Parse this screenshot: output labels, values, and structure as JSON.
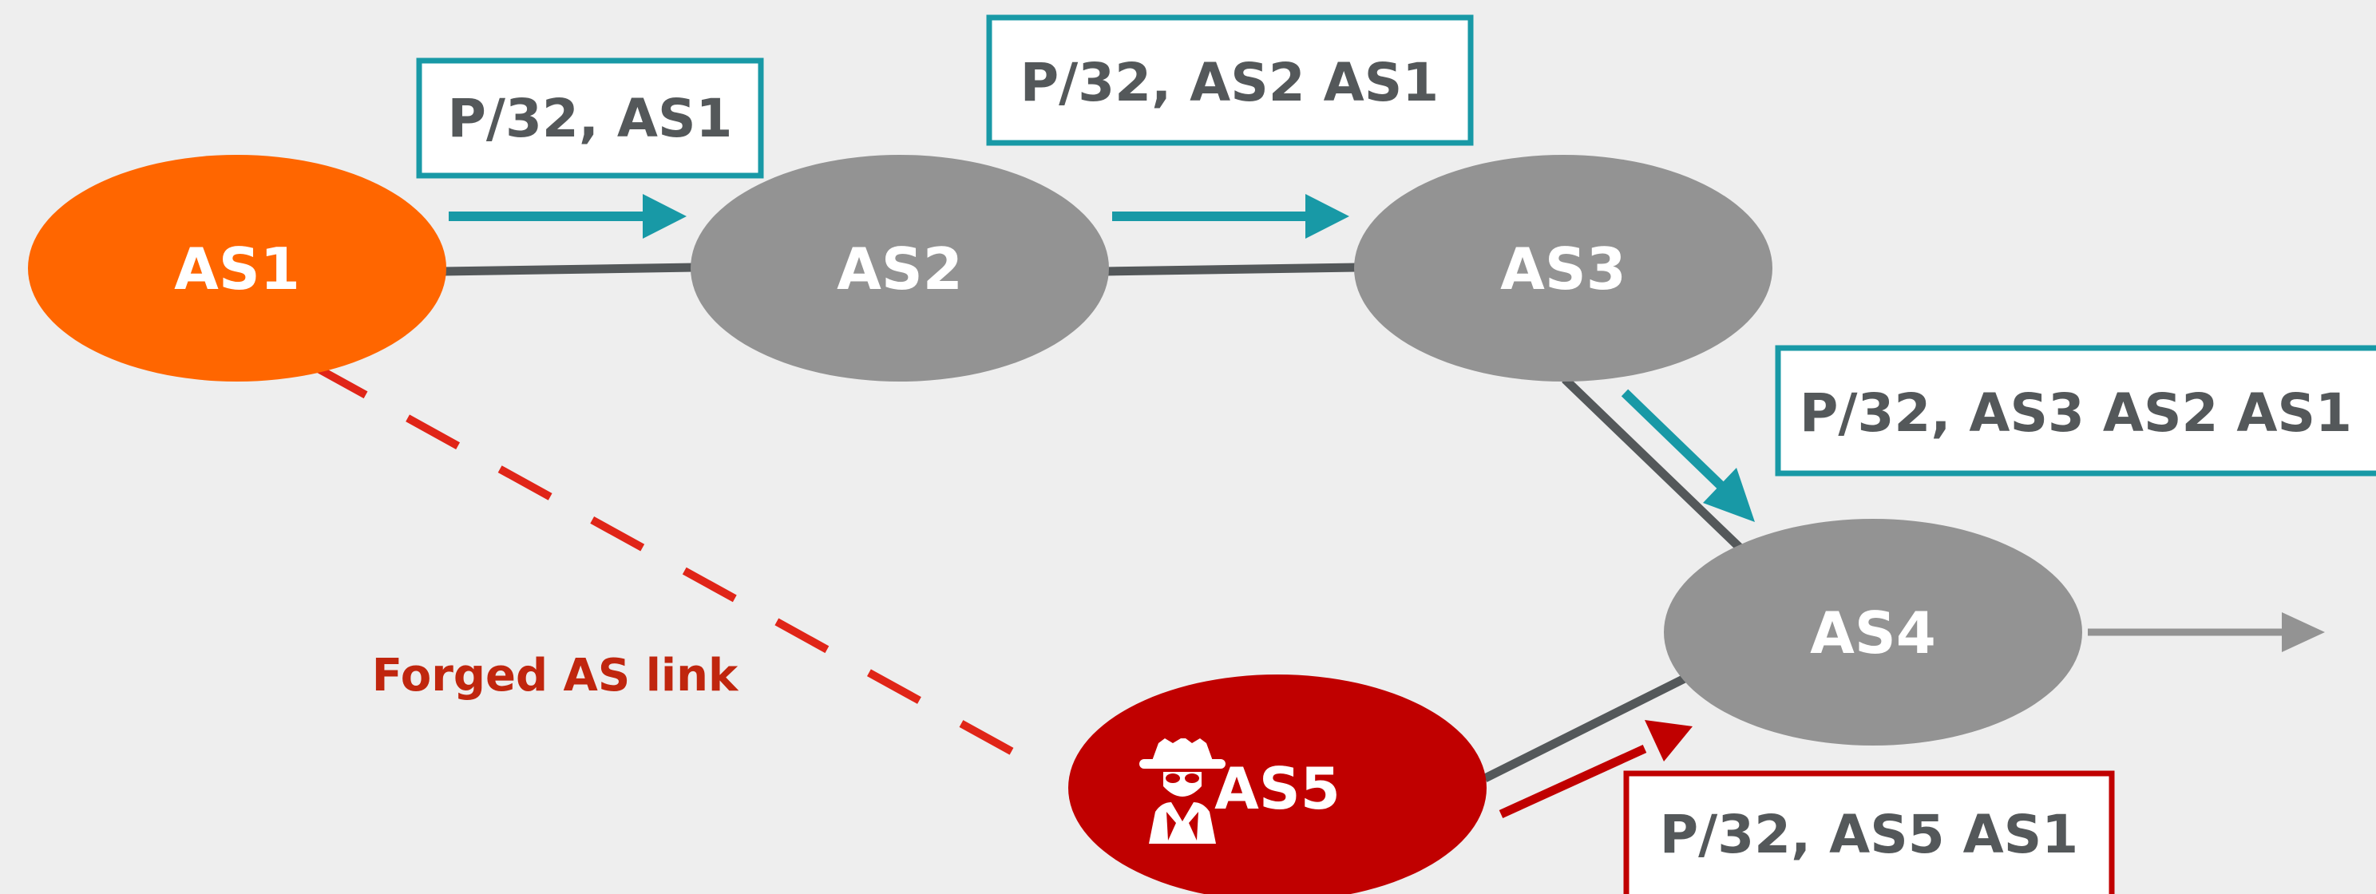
{
  "nodes": {
    "as1": "AS1",
    "as2": "AS2",
    "as3": "AS3",
    "as4": "AS4",
    "as5": "AS5"
  },
  "announcements": {
    "as1_to_as2": "P/32, AS1",
    "as2_to_as3": "P/32, AS2 AS1",
    "as3_to_as4": "P/32, AS3 AS2 AS1",
    "as5_to_as4": "P/32, AS5 AS1"
  },
  "forged_label": "Forged AS link",
  "icons": {
    "attacker": "spy-icon"
  },
  "colors": {
    "background": "#eeeeee",
    "as1": "#ff6600",
    "as_neutral": "#939393",
    "as5": "#c00000",
    "announce_arrow": "#1899a6",
    "attack_arrow": "#c00000",
    "link": "#54585a",
    "forged_link": "#e02518",
    "forged_text": "#c0260e",
    "box_text": "#54585a",
    "outbound_arrow": "#939393"
  }
}
